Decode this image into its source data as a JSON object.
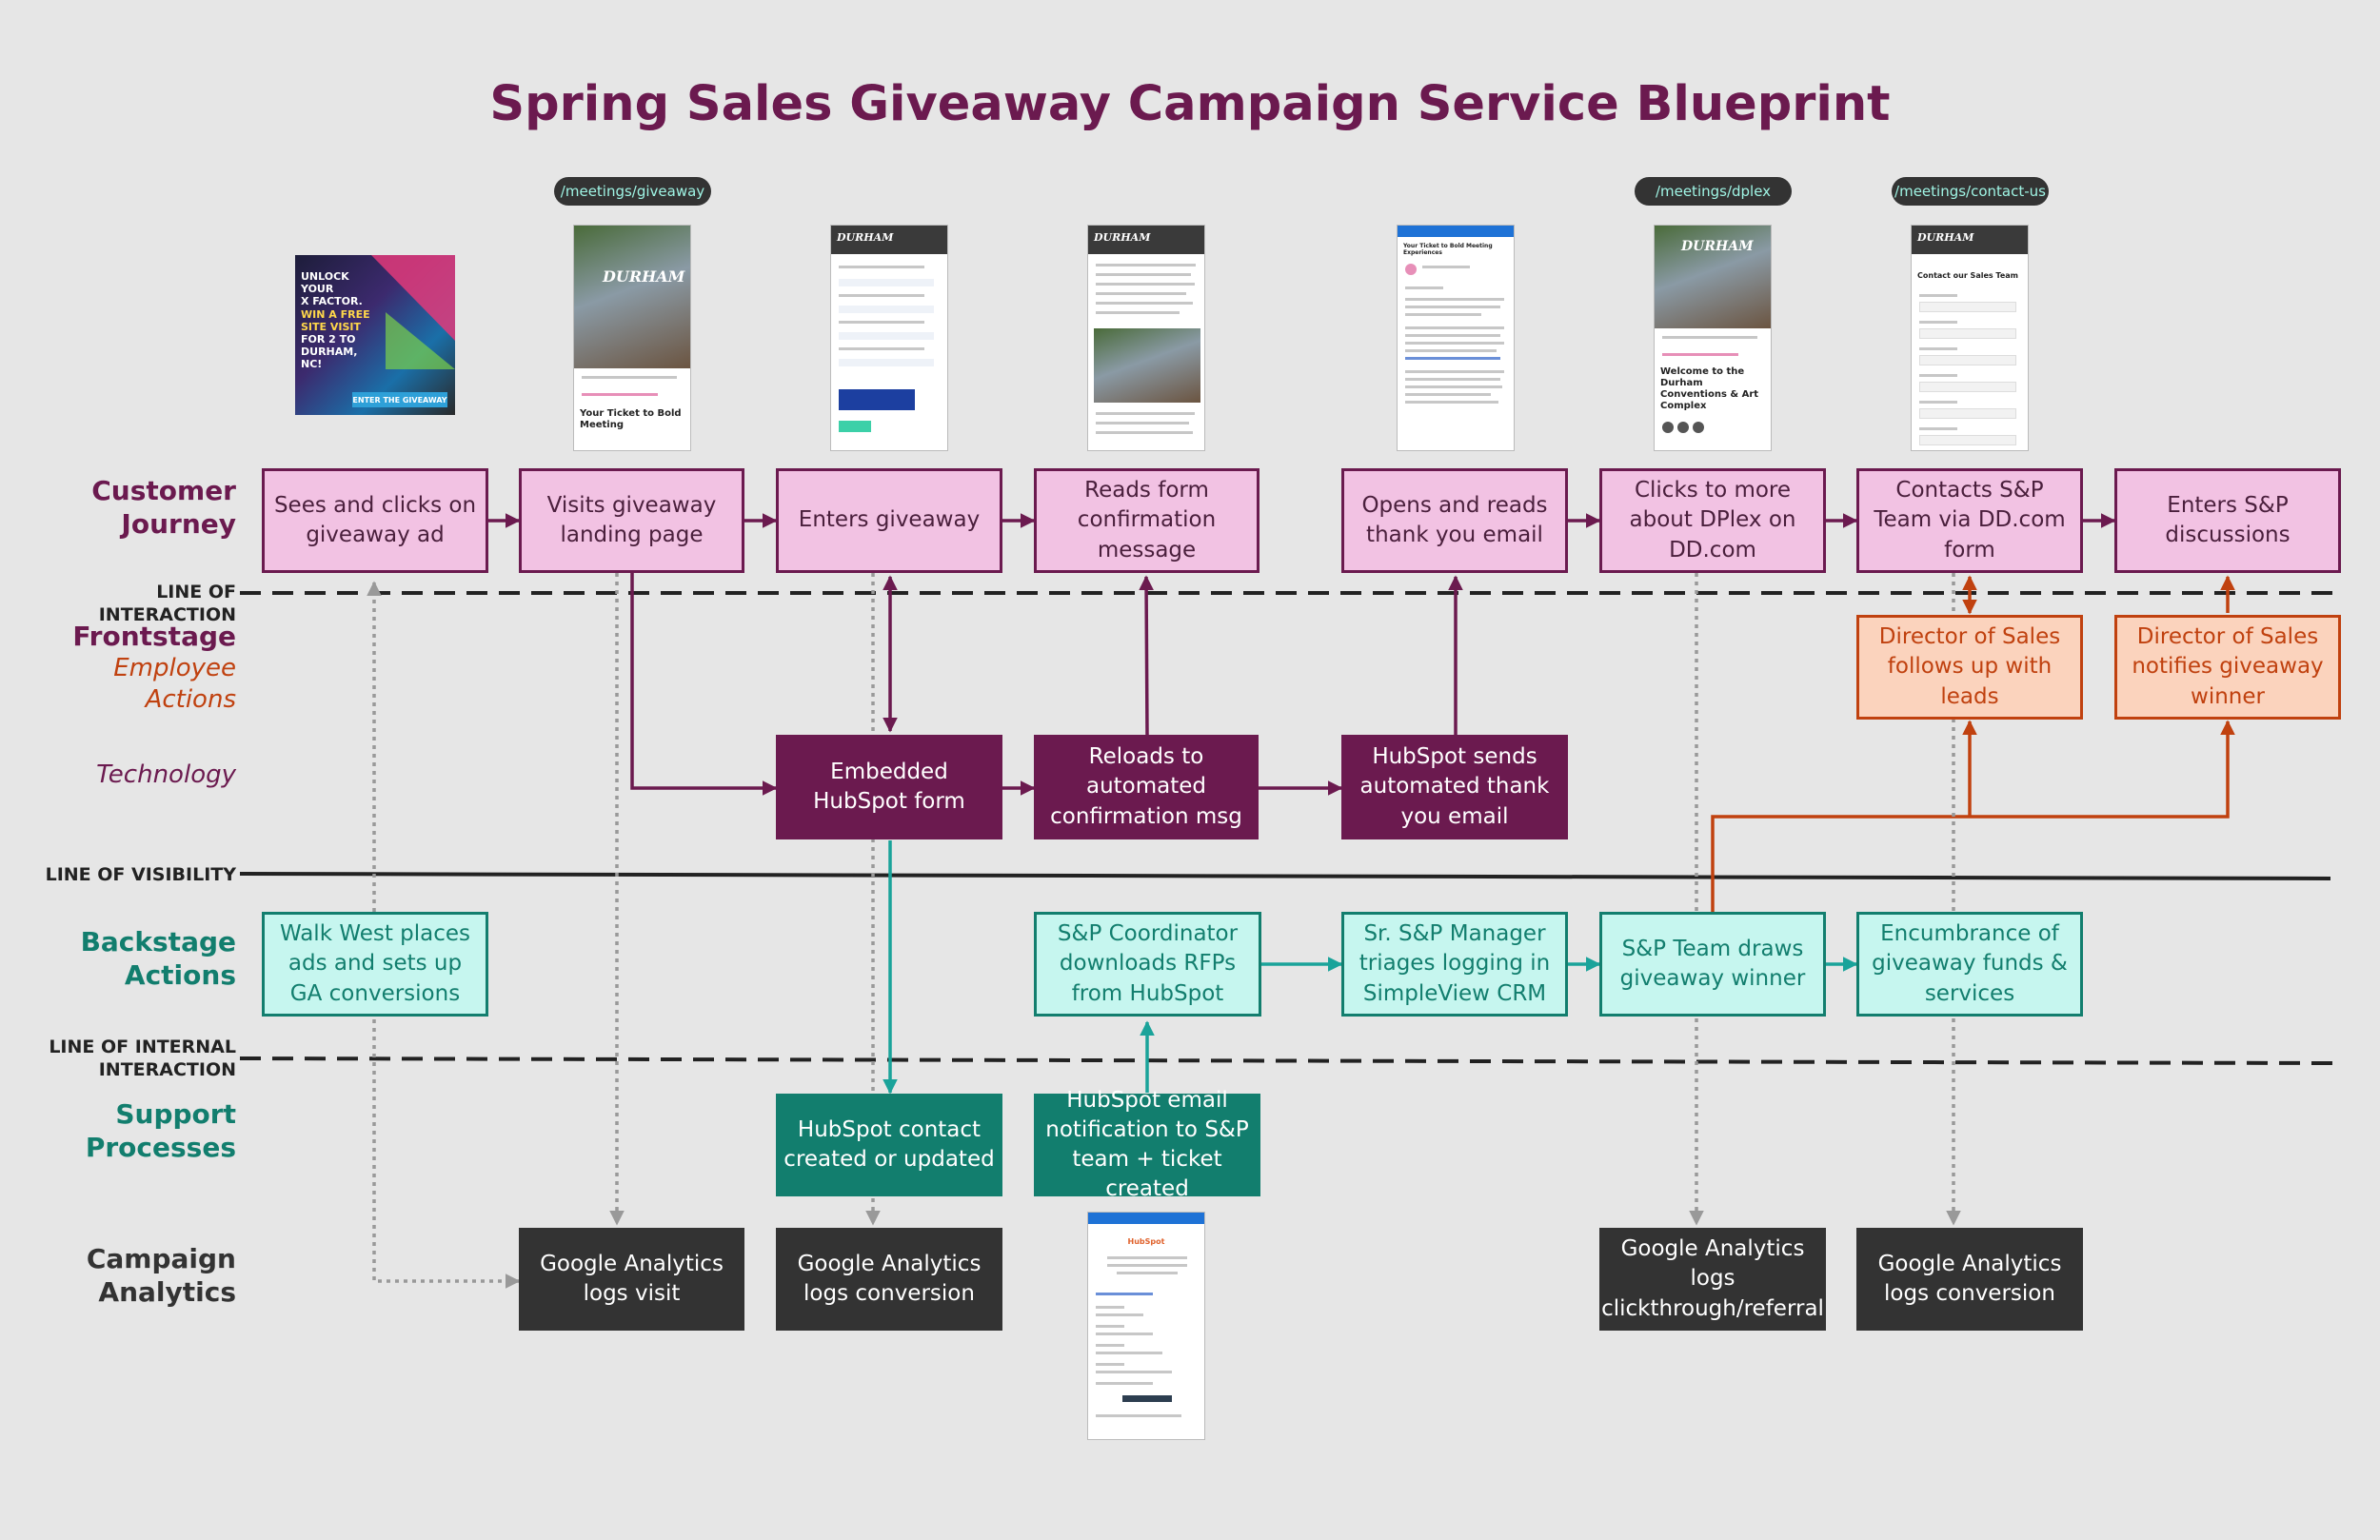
{
  "title": "Spring Sales Giveaway Campaign Service Blueprint",
  "lanes": {
    "customer_journey": [
      "Customer",
      "Journey"
    ],
    "frontstage": "Frontstage",
    "employee_actions": [
      "Employee",
      "Actions"
    ],
    "technology": "Technology",
    "backstage_actions": [
      "Backstage",
      "Actions"
    ],
    "support_processes": [
      "Support",
      "Processes"
    ],
    "campaign_analytics": [
      "Campaign",
      "Analytics"
    ]
  },
  "lines": {
    "interaction": "LINE OF INTERACTION",
    "visibility": "LINE OF VISIBILITY",
    "internal_interaction": [
      "LINE OF INTERNAL",
      "INTERACTION"
    ]
  },
  "urls": {
    "giveaway": "/meetings/giveaway",
    "dplex": "/meetings/dplex",
    "contact": "/meetings/contact-us"
  },
  "screens": {
    "ad_text": [
      "UNLOCK YOUR",
      "X FACTOR.",
      "WIN A FREE",
      "SITE VISIT",
      "FOR 2 TO",
      "DURHAM, NC!"
    ],
    "ad_cta": "ENTER THE GIVEAWAY",
    "landing_heading": "Your Ticket to Bold Meeting",
    "dplex_heading": "Welcome to the Durham Conventions & Art Complex",
    "contact_heading": "Contact our Sales Team",
    "email_heading": "Your Ticket to Bold Meeting Experiences",
    "logo": "DURHAM",
    "hubspot_logo": "HubSpot"
  },
  "nodes": {
    "cj1": "Sees and clicks on giveaway ad",
    "cj2": "Visits giveaway landing page",
    "cj3": "Enters giveaway",
    "cj4": "Reads form confirmation message",
    "cj5": "Opens and reads thank you email",
    "cj6": "Clicks to more about DPlex on DD.com",
    "cj7": "Contacts S&P Team via DD.com form",
    "cj8": "Enters S&P discussions",
    "emp1": "Director of Sales follows up with leads",
    "emp2": "Director of Sales notifies giveaway winner",
    "tech1": "Embedded HubSpot form",
    "tech2": "Reloads to automated confirmation msg",
    "tech3": "HubSpot sends automated thank you email",
    "back1": "Walk West places ads and sets up GA conversions",
    "back2": "S&P Coordinator downloads RFPs from HubSpot",
    "back3": "Sr. S&P Manager triages logging in SimpleView CRM",
    "back4": "S&P Team draws giveaway winner",
    "back5": "Encumbrance of giveaway funds & services",
    "sup1": "HubSpot contact created or updated",
    "sup2": "HubSpot email notification to S&P team + ticket created",
    "ga1": "Google Analytics logs visit",
    "ga2": "Google Analytics logs conversion",
    "ga3": "Google Analytics logs clickthrough/referral",
    "ga4": "Google Analytics logs conversion"
  },
  "colors": {
    "plum": "#6b1a4f",
    "pink_fill": "#f2c2e3",
    "teal": "#127e6e",
    "teal_line": "#1aa39a",
    "mint_fill": "#c6f6ef",
    "orange": "#c0410f",
    "peach_fill": "#fbd3bd",
    "dark": "#333333",
    "background": "#e6e6e6"
  }
}
